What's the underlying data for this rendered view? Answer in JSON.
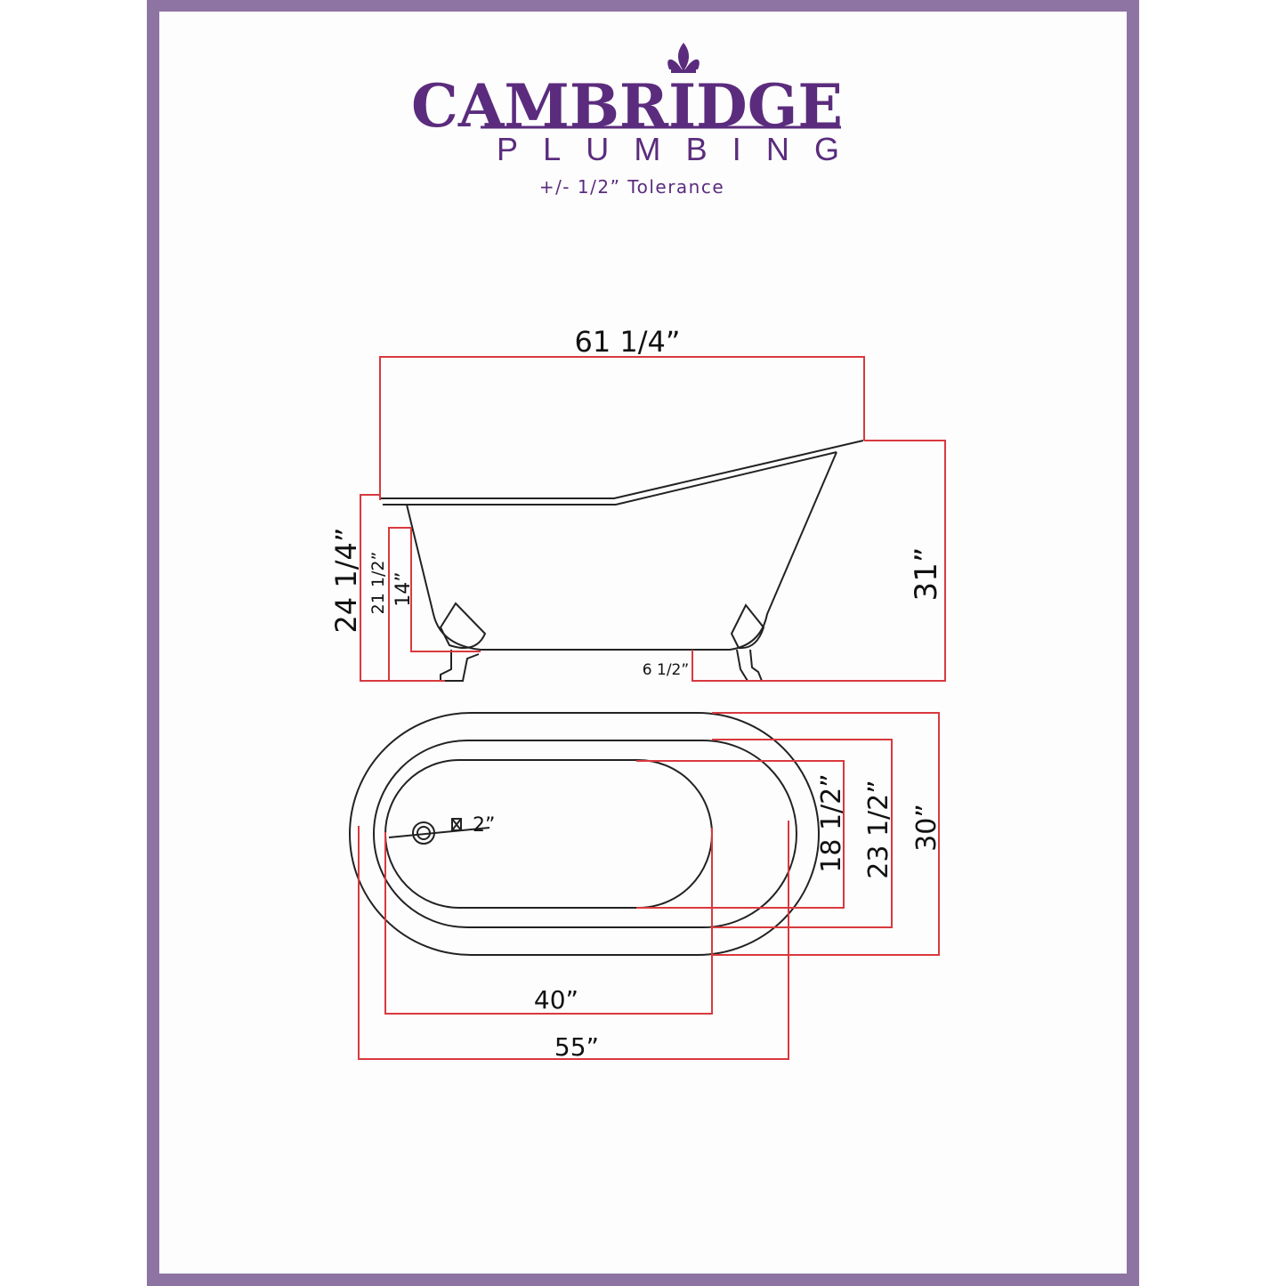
{
  "colors": {
    "frame": "#8e74a3",
    "brand": "#5b2c7d",
    "dimension_line": "#d9393e",
    "outline": "#222222"
  },
  "logo": {
    "name_top": "CAMBRIDGE",
    "name_bottom": "PLUMBING",
    "icon": "fleur-de-lis-icon"
  },
  "tolerance": "+/- 1/2” Tolerance",
  "side_view": {
    "overall_length": "61 1/4”",
    "back_height": "31”",
    "rim_height": "24 1/4”",
    "inner_height": "21 1/2”",
    "interior_depth": "14”",
    "foot_offset": "6 1/2”"
  },
  "top_view": {
    "interior_width": "18 1/2”",
    "inner_rim_width": "23 1/2”",
    "overall_width": "30”",
    "interior_length": "40”",
    "inner_length": "55”",
    "drain_size": "2”"
  }
}
